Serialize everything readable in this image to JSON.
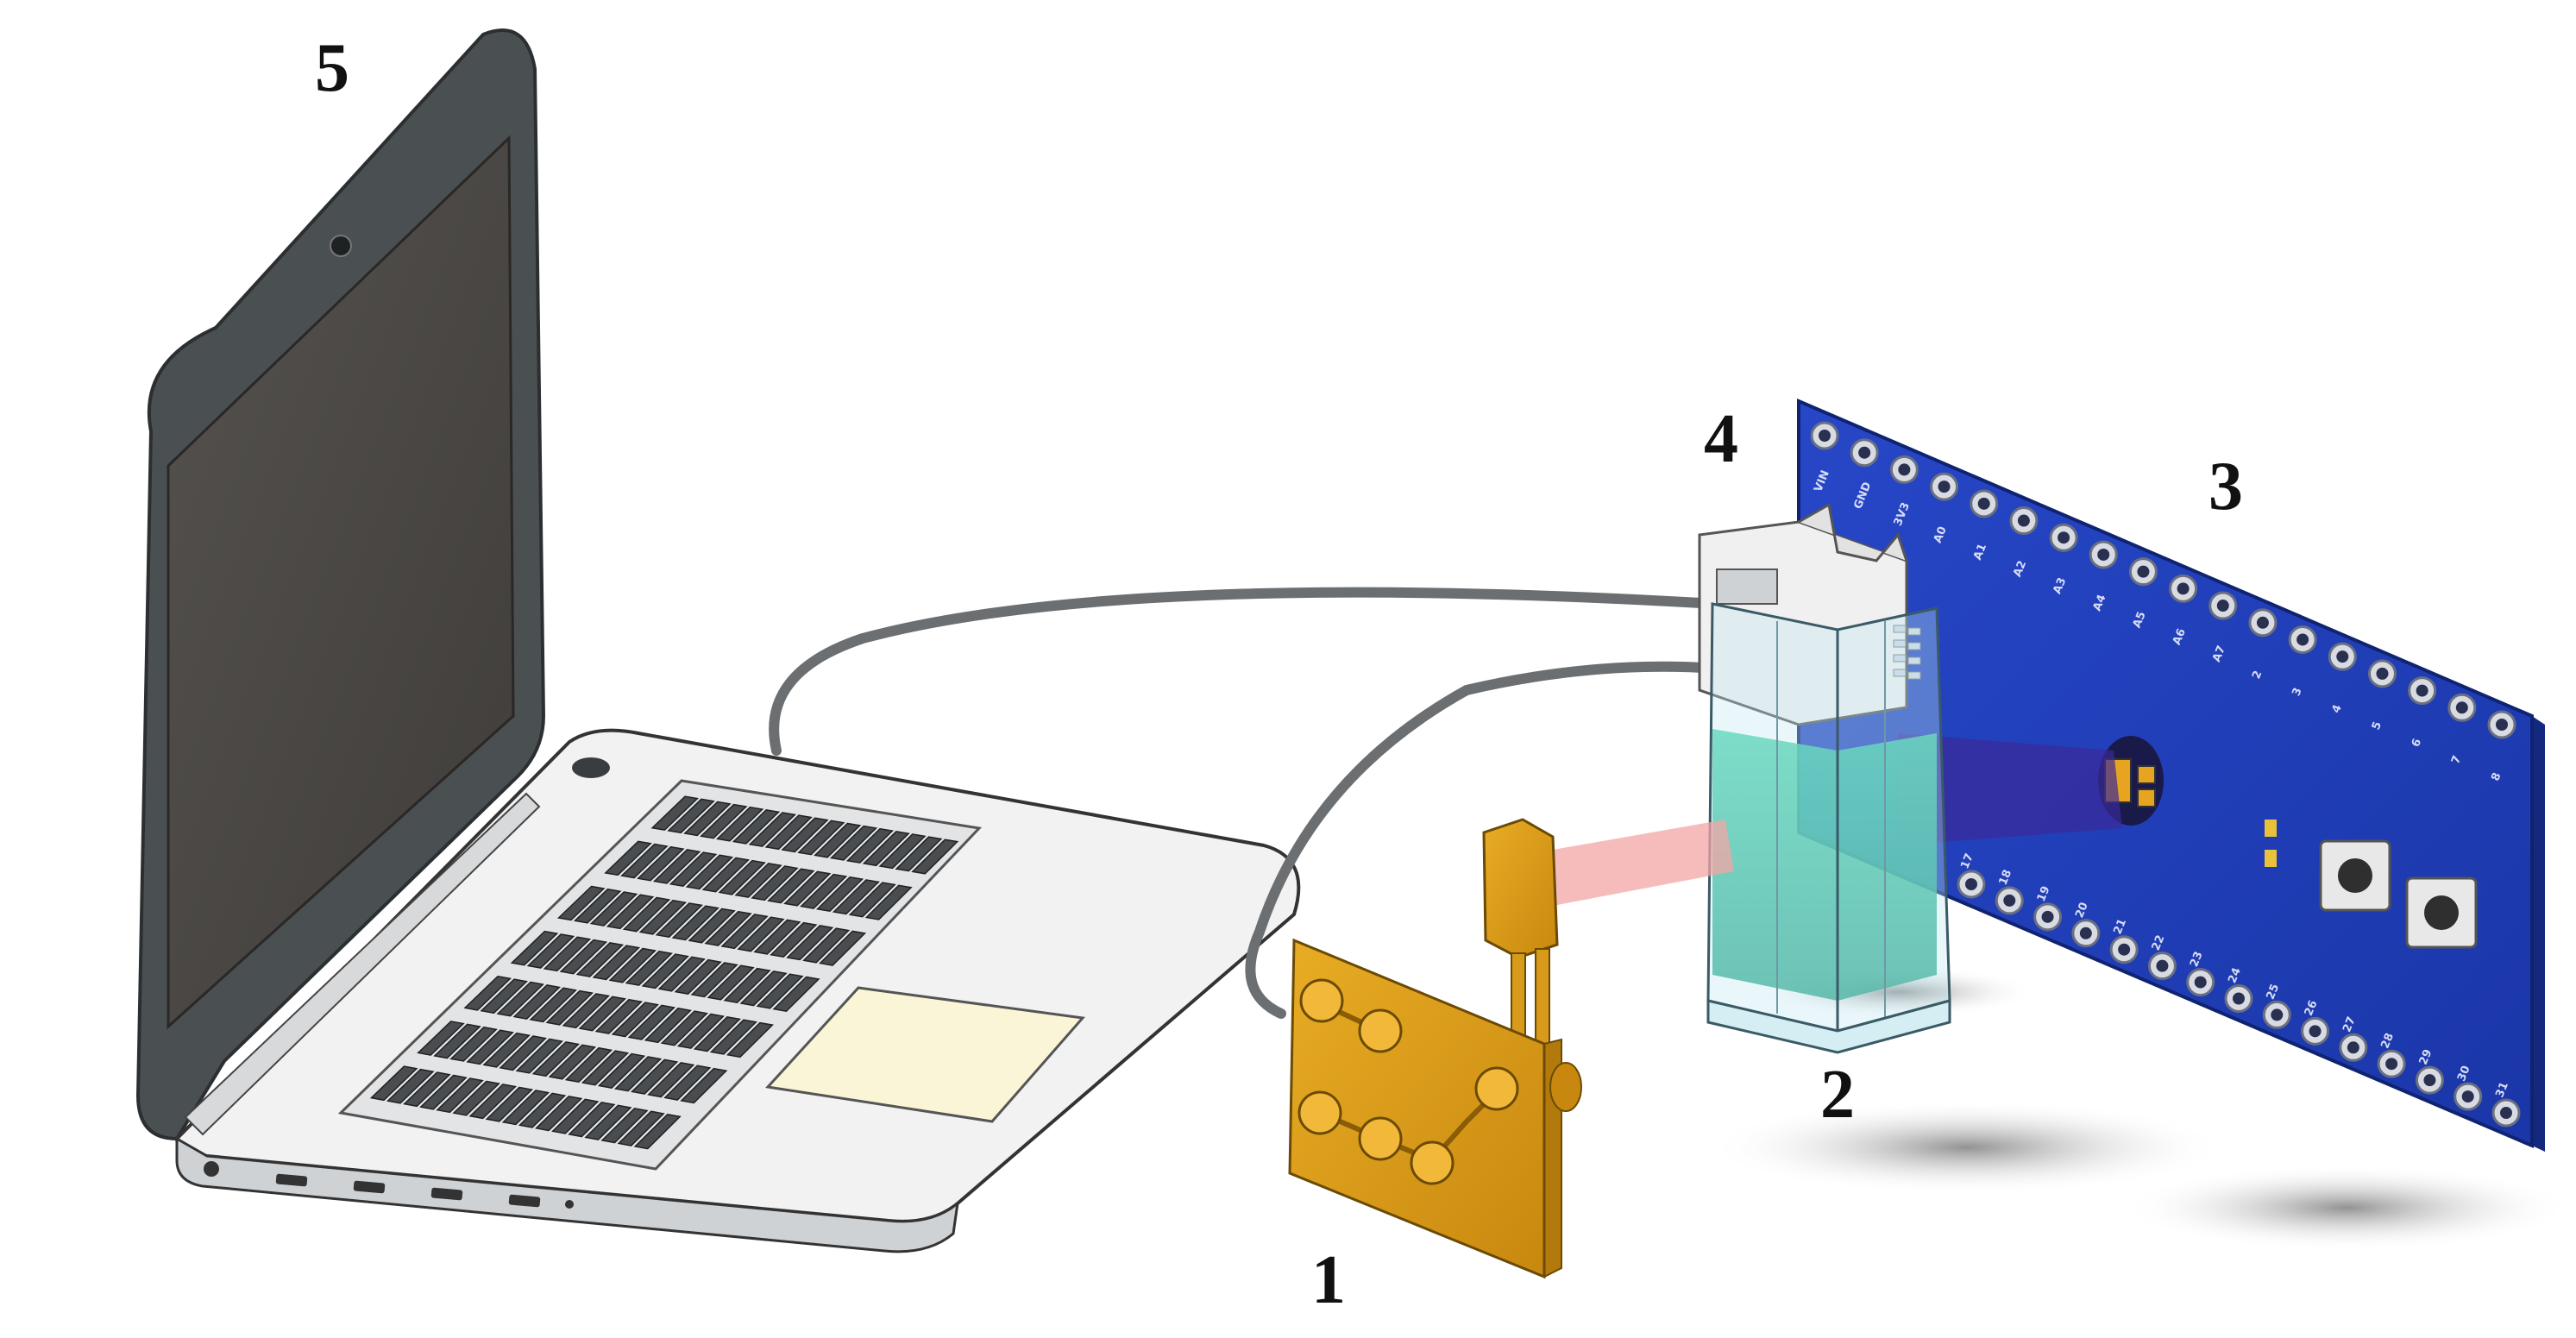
{
  "callouts": {
    "microfluidic_chip": "1",
    "cuvette": "2",
    "microcontroller_board": "3",
    "holder": "4",
    "laptop": "5"
  },
  "board": {
    "top_pin_labels": [
      "VIN",
      "GND",
      "3V3",
      "A0",
      "A1",
      "A2",
      "A3",
      "A4",
      "A5",
      "A6",
      "A7",
      "2",
      "3",
      "4",
      "5",
      "6",
      "7",
      "8"
    ],
    "bottom_pin_labels": [
      "17",
      "18",
      "19",
      "20",
      "21",
      "22",
      "23",
      "24",
      "25",
      "26",
      "27",
      "28",
      "29",
      "30",
      "31"
    ]
  },
  "colors": {
    "board": "#1f3fbf",
    "chip": "#d79a1a",
    "liquid": "#2fbf9a",
    "laser_beam": "#f3a6a6",
    "detector_beam": "#3a2a9a",
    "laptop_frame": "#4a4f52",
    "laptop_screen": "#4d4a48",
    "laptop_body": "#f2f2f2",
    "touchpad": "#fbf5d8",
    "cable": "#6b6f72"
  }
}
